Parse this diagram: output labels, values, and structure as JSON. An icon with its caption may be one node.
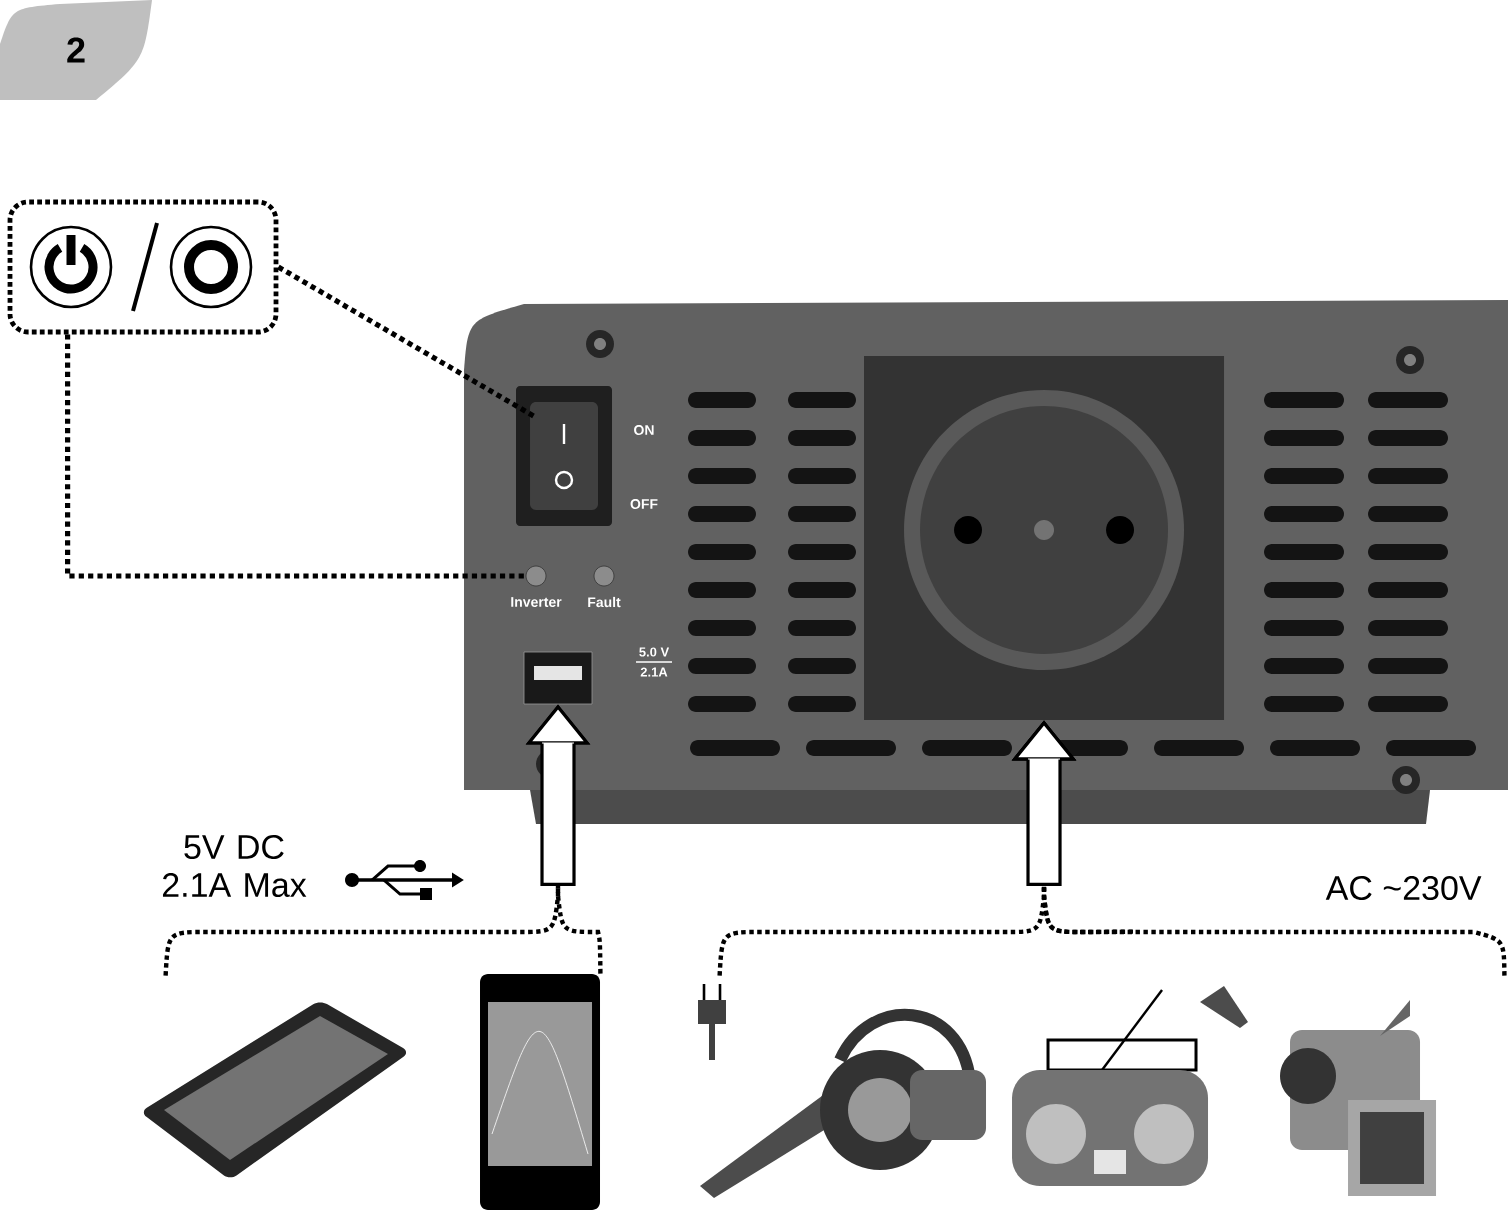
{
  "diagram": {
    "nodes": [
      {
        "text": [],
        "shape": "box"
      },
      {
        "text": [],
        "shape": "picture",
        "beside": [
          "ON",
          "OFF"
        ]
      },
      {
        "text": [],
        "shape": "circle",
        "beside": [
          "Inverter"
        ]
      },
      {
        "text": [],
        "shape": "circle",
        "beside": [
          "Fault"
        ]
      },
      {
        "text": [],
        "shape": "picture",
        "beside": [
          "5.0 V",
          "2.1A"
        ]
      },
      {
        "text": [],
        "shape": "picture"
      },
      {
        "text": [],
        "shape": "picture"
      },
      {
        "text": [],
        "shape": "picture"
      },
      {
        "text": [],
        "shape": "picture"
      },
      {
        "text": [],
        "shape": "picture"
      },
      {
        "text": [],
        "shape": "picture"
      }
    ],
    "edges": [
      {
        "from": 0,
        "to": 1,
        "arrow": "none",
        "style": "dashed"
      },
      {
        "from": 0,
        "to": 2,
        "arrow": "none",
        "style": "dashed"
      },
      {
        "from": 6,
        "to": 4,
        "arrow": "to",
        "style": "dashed"
      },
      {
        "from": 7,
        "to": 4,
        "arrow": "to",
        "style": "dashed"
      },
      {
        "from": 8,
        "to": 5,
        "arrow": "to",
        "style": "dashed"
      },
      {
        "from": 9,
        "to": 5,
        "arrow": "to",
        "style": "dashed"
      },
      {
        "from": 10,
        "to": 5,
        "arrow": "to",
        "style": "dashed"
      }
    ],
    "labels": [
      "2",
      "5V DC 2.1A Max",
      "AC ~230V"
    ]
  }
}
